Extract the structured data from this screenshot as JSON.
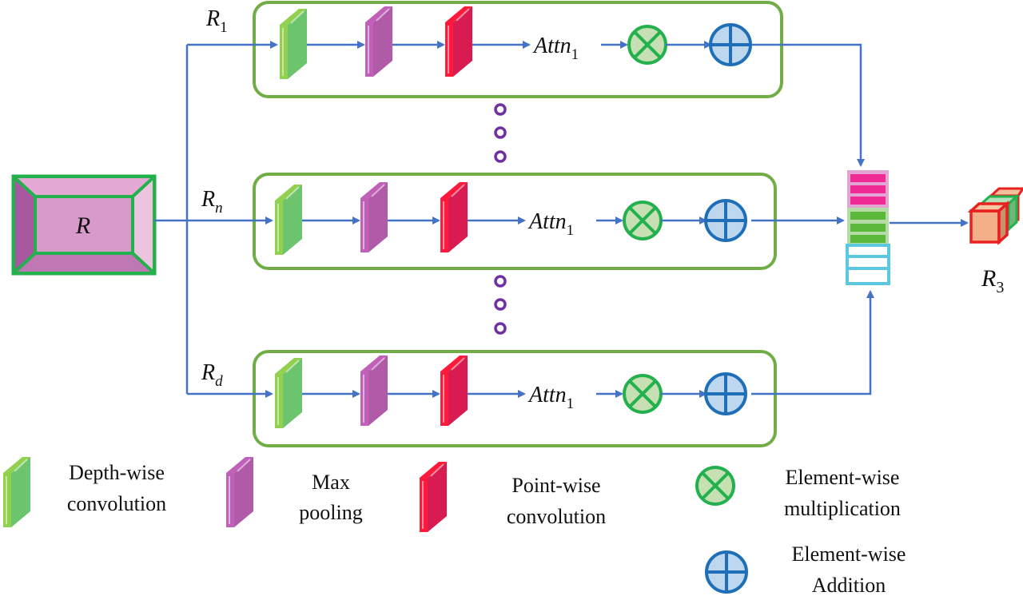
{
  "diagram": {
    "input_label": "R",
    "output_label_main": "R",
    "output_label_sub": "3",
    "branches": [
      {
        "label_main": "R",
        "label_sub": "1",
        "attn_main": "Attn",
        "attn_sub": "1"
      },
      {
        "label_main": "R",
        "label_sub": "n",
        "attn_main": "Attn",
        "attn_sub": "1"
      },
      {
        "label_main": "R",
        "label_sub": "d",
        "attn_main": "Attn",
        "attn_sub": "1"
      }
    ],
    "colors": {
      "arrow": "#4472c4",
      "branch_border": "#70ad47",
      "input_border": "#22b14c",
      "depthwise_face": "#6cc46c",
      "depthwise_edge": "#92d050",
      "maxpool_face": "#b05aa8",
      "maxpool_edge": "#c060b8",
      "pointwise_face": "#d81b50",
      "pointwise_edge": "#ff1a3c",
      "mult_fill": "#c6e0b4",
      "mult_stroke": "#22b14c",
      "add_fill": "#bdd7ee",
      "add_stroke": "#1f6fb8",
      "dots": "#7030a0",
      "concat_pink": "#ef2a93",
      "concat_pink_bg": "#e3a6d4",
      "concat_green": "#5cb83a",
      "concat_green_bg": "#b4dca4",
      "concat_cyan": "#5bc8e0"
    }
  },
  "legend": {
    "items": [
      {
        "key": "depthwise",
        "line1": "Depth-wise",
        "line2": "convolution"
      },
      {
        "key": "maxpool",
        "line1": "Max",
        "line2": "pooling"
      },
      {
        "key": "pointwise",
        "line1": "Point-wise",
        "line2": "convolution"
      },
      {
        "key": "mult",
        "line1": "Element-wise",
        "line2": "multiplication"
      },
      {
        "key": "add",
        "line1": "Element-wise",
        "line2": "Addition"
      }
    ]
  }
}
